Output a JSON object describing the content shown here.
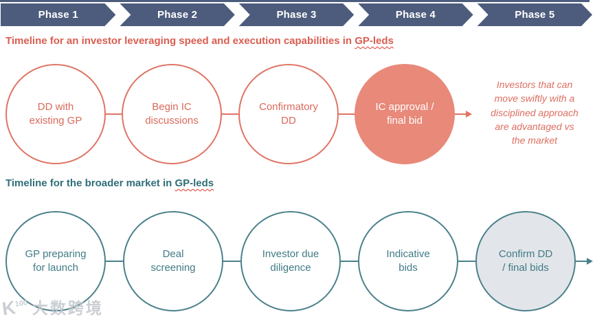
{
  "phases": [
    "Phase 1",
    "Phase 2",
    "Phase 3",
    "Phase 4",
    "Phase 5"
  ],
  "investor_timeline": {
    "heading": "Timeline for an investor leveraging speed and execution capabilities in ",
    "heading_underlined": "GP-leds",
    "steps": [
      "DD with\nexisting GP",
      "Begin IC\ndiscussions",
      "Confirmatory\nDD",
      "IC approval /\nfinal bid"
    ],
    "note": "Investors that can\nmove swiftly with a\ndisciplined approach\nare advantaged vs\nthe market"
  },
  "market_timeline": {
    "heading": "Timeline for the broader market in ",
    "heading_underlined": "GP-leds",
    "steps": [
      "GP preparing\nfor launch",
      "Deal\nscreening",
      "Investor due\ndiligence",
      "Indicative\nbids",
      "Confirm DD\n/ final bids"
    ]
  },
  "watermark": {
    "logo_main": "K",
    "logo_sup": "100",
    "text": "大数跨境"
  },
  "colors": {
    "navy": "#4d5c7c",
    "coral_stroke": "#df7465",
    "coral_fill": "#e8897a",
    "coral_heading": "#d95d50",
    "teal_stroke": "#4a808a",
    "teal_heading": "#2f6e79",
    "gray_fill": "#e2e5e9"
  }
}
